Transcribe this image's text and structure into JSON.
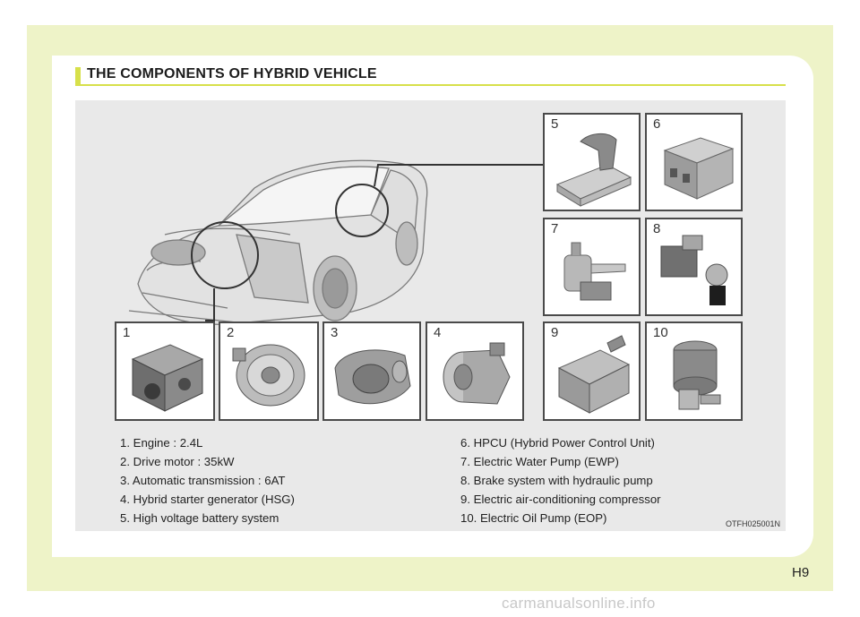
{
  "section": {
    "title": "THE COMPONENTS OF HYBRID VEHICLE"
  },
  "figure": {
    "code": "OTFH025001N",
    "panels": [
      {
        "number": "1",
        "icon": "engine-icon"
      },
      {
        "number": "2",
        "icon": "drive-motor-icon"
      },
      {
        "number": "3",
        "icon": "automatic-transmission-icon"
      },
      {
        "number": "4",
        "icon": "starter-generator-icon"
      },
      {
        "number": "5",
        "icon": "battery-system-icon"
      },
      {
        "number": "6",
        "icon": "hpcu-icon"
      },
      {
        "number": "7",
        "icon": "water-pump-icon"
      },
      {
        "number": "8",
        "icon": "brake-pump-icon"
      },
      {
        "number": "9",
        "icon": "ac-compressor-icon"
      },
      {
        "number": "10",
        "icon": "oil-pump-icon"
      }
    ],
    "legend_left": [
      "1. Engine : 2.4L",
      "2. Drive motor : 35kW",
      "3. Automatic transmission : 6AT",
      "4. Hybrid starter generator (HSG)",
      "5. High voltage battery system"
    ],
    "legend_right": [
      "6. HPCU (Hybrid Power Control Unit)",
      "7. Electric Water Pump (EWP)",
      "8. Brake system with hydraulic pump",
      "9. Electric air-conditioning compressor",
      "10. Electric Oil Pump (EOP)"
    ]
  },
  "page": {
    "number": "H9"
  },
  "footer": {
    "watermark": "carmanualsonline.info"
  },
  "colors": {
    "band": "#eef3c8",
    "accent": "#d7e04a",
    "figure_bg": "#e9e9e9"
  }
}
